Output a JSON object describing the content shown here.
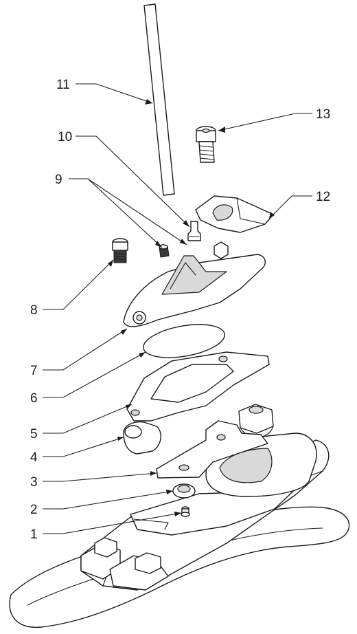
{
  "callouts": [
    {
      "id": "11",
      "label": "11"
    },
    {
      "id": "13",
      "label": "13"
    },
    {
      "id": "10",
      "label": "10"
    },
    {
      "id": "9",
      "label": "9"
    },
    {
      "id": "12",
      "label": "12"
    },
    {
      "id": "8",
      "label": "8"
    },
    {
      "id": "7",
      "label": "7"
    },
    {
      "id": "6",
      "label": "6"
    },
    {
      "id": "5",
      "label": "5"
    },
    {
      "id": "4",
      "label": "4"
    },
    {
      "id": "3",
      "label": "3"
    },
    {
      "id": "2",
      "label": "2"
    },
    {
      "id": "1",
      "label": "1"
    }
  ]
}
